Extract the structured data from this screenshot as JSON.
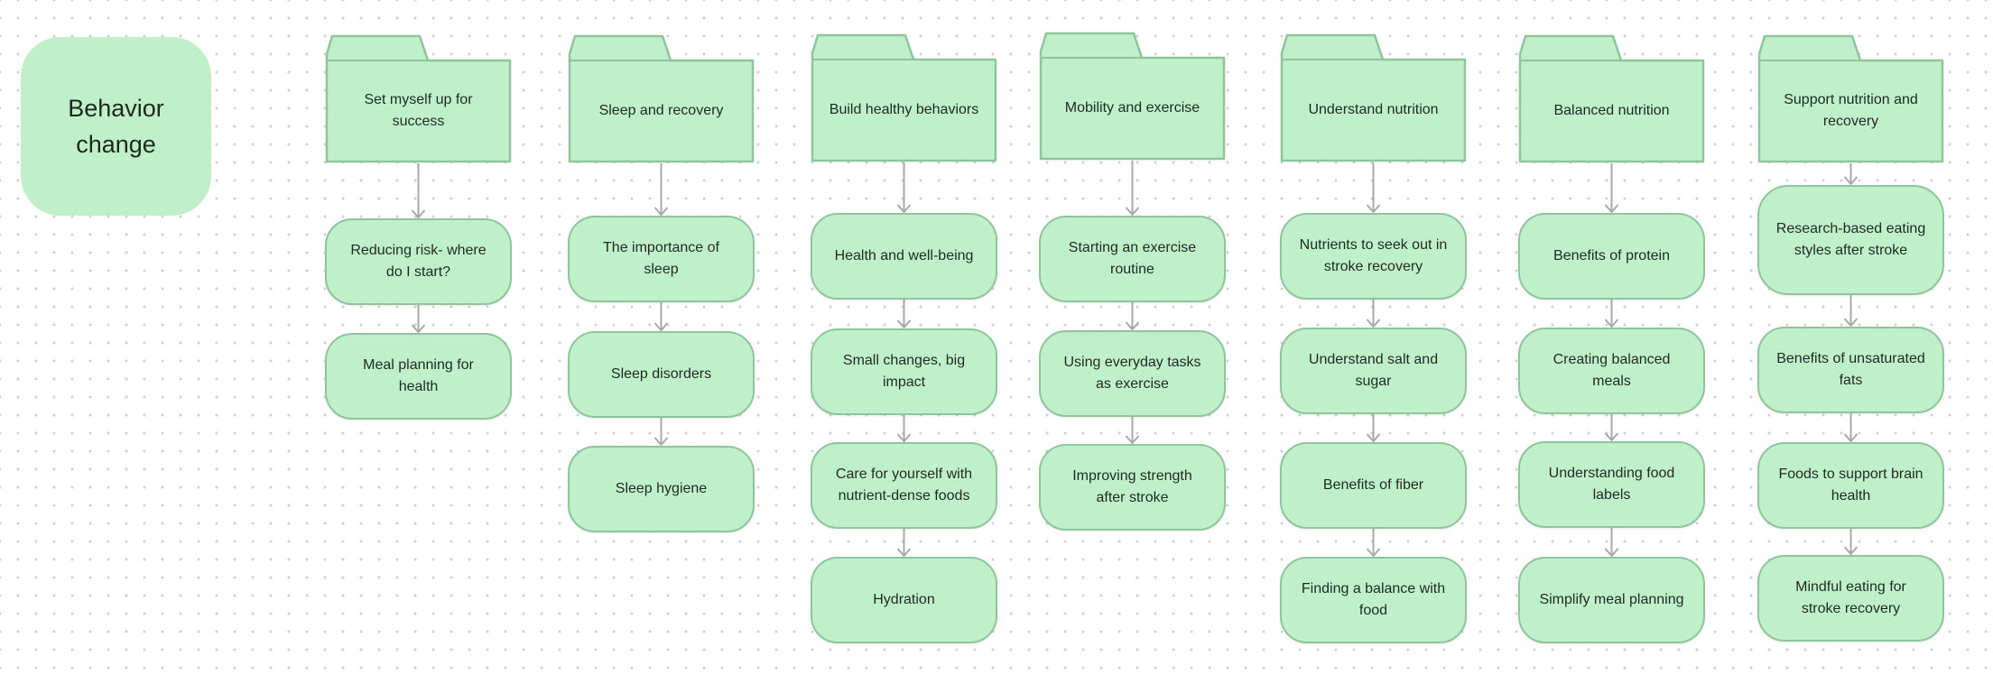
{
  "board": {
    "title": "Behavior change",
    "colors": {
      "node_fill": "#c0f0ca",
      "node_border": "#8fc49c",
      "connector": "#a9a9a9",
      "dot_grid": "#cfcfcf"
    }
  },
  "columns": [
    {
      "folder": "Set myself up for success",
      "items": [
        "Reducing risk- where do I start?",
        "Meal planning for health"
      ]
    },
    {
      "folder": "Sleep and recovery",
      "items": [
        "The importance of sleep",
        "Sleep disorders",
        "Sleep hygiene"
      ]
    },
    {
      "folder": "Build healthy behaviors",
      "items": [
        "Health and well-being",
        "Small changes, big impact",
        "Care for yourself with nutrient-dense foods",
        "Hydration"
      ]
    },
    {
      "folder": "Mobility and exercise",
      "items": [
        "Starting an exercise routine",
        "Using everyday tasks as exercise",
        "Improving strength after stroke"
      ]
    },
    {
      "folder": "Understand nutrition",
      "items": [
        "Nutrients to seek out in stroke recovery",
        "Understand salt and sugar",
        "Benefits of fiber",
        "Finding a balance with food"
      ]
    },
    {
      "folder": "Balanced nutrition",
      "items": [
        "Benefits of protein",
        "Creating balanced meals",
        "Understanding food labels",
        "Simplify meal planning"
      ]
    },
    {
      "folder": "Support nutrition and recovery",
      "items": [
        "Research-based eating styles after stroke",
        "Benefits of unsaturated fats",
        "Foods to support brain health",
        "Mindful eating for stroke recovery"
      ]
    }
  ]
}
